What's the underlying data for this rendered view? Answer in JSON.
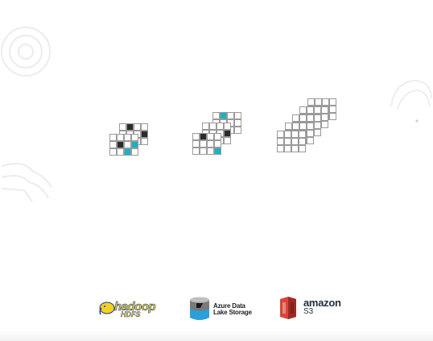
{
  "colors": {
    "grid_line": "#9a9a9a",
    "dark_cell": "#2b2b2b",
    "accent_cell": "#1ab2c3",
    "watermark": "#ececec"
  },
  "logos": {
    "hadoop": {
      "word": "hadoop",
      "sub": "HDFS",
      "icon": "hadoop-elephant-icon"
    },
    "azure": {
      "line1": "Azure Data",
      "line2": "Lake Storage",
      "icon": "azure-data-lake-cylinder-icon"
    },
    "amazon": {
      "word": "amazon",
      "sub": "S3",
      "icon": "amazon-s3-bucket-icon"
    }
  }
}
